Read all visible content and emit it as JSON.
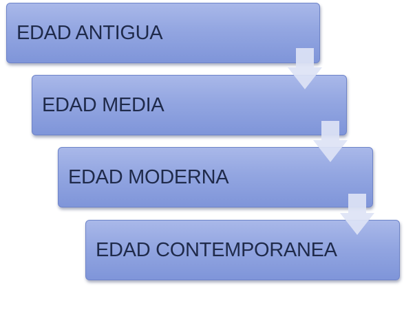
{
  "diagram": {
    "steps": [
      {
        "label": "EDAD ANTIGUA"
      },
      {
        "label": "EDAD MEDIA"
      },
      {
        "label": "EDAD MODERNA"
      },
      {
        "label": "EDAD CONTEMPORANEA"
      }
    ],
    "colors": {
      "box_fill_top": "#a9b8e9",
      "box_fill_bottom": "#7f95d9",
      "box_border": "#6d83c8",
      "text": "#1f2a4a",
      "arrow_fill": "#dde3f5"
    },
    "connector_icon": "down-arrow-icon"
  }
}
